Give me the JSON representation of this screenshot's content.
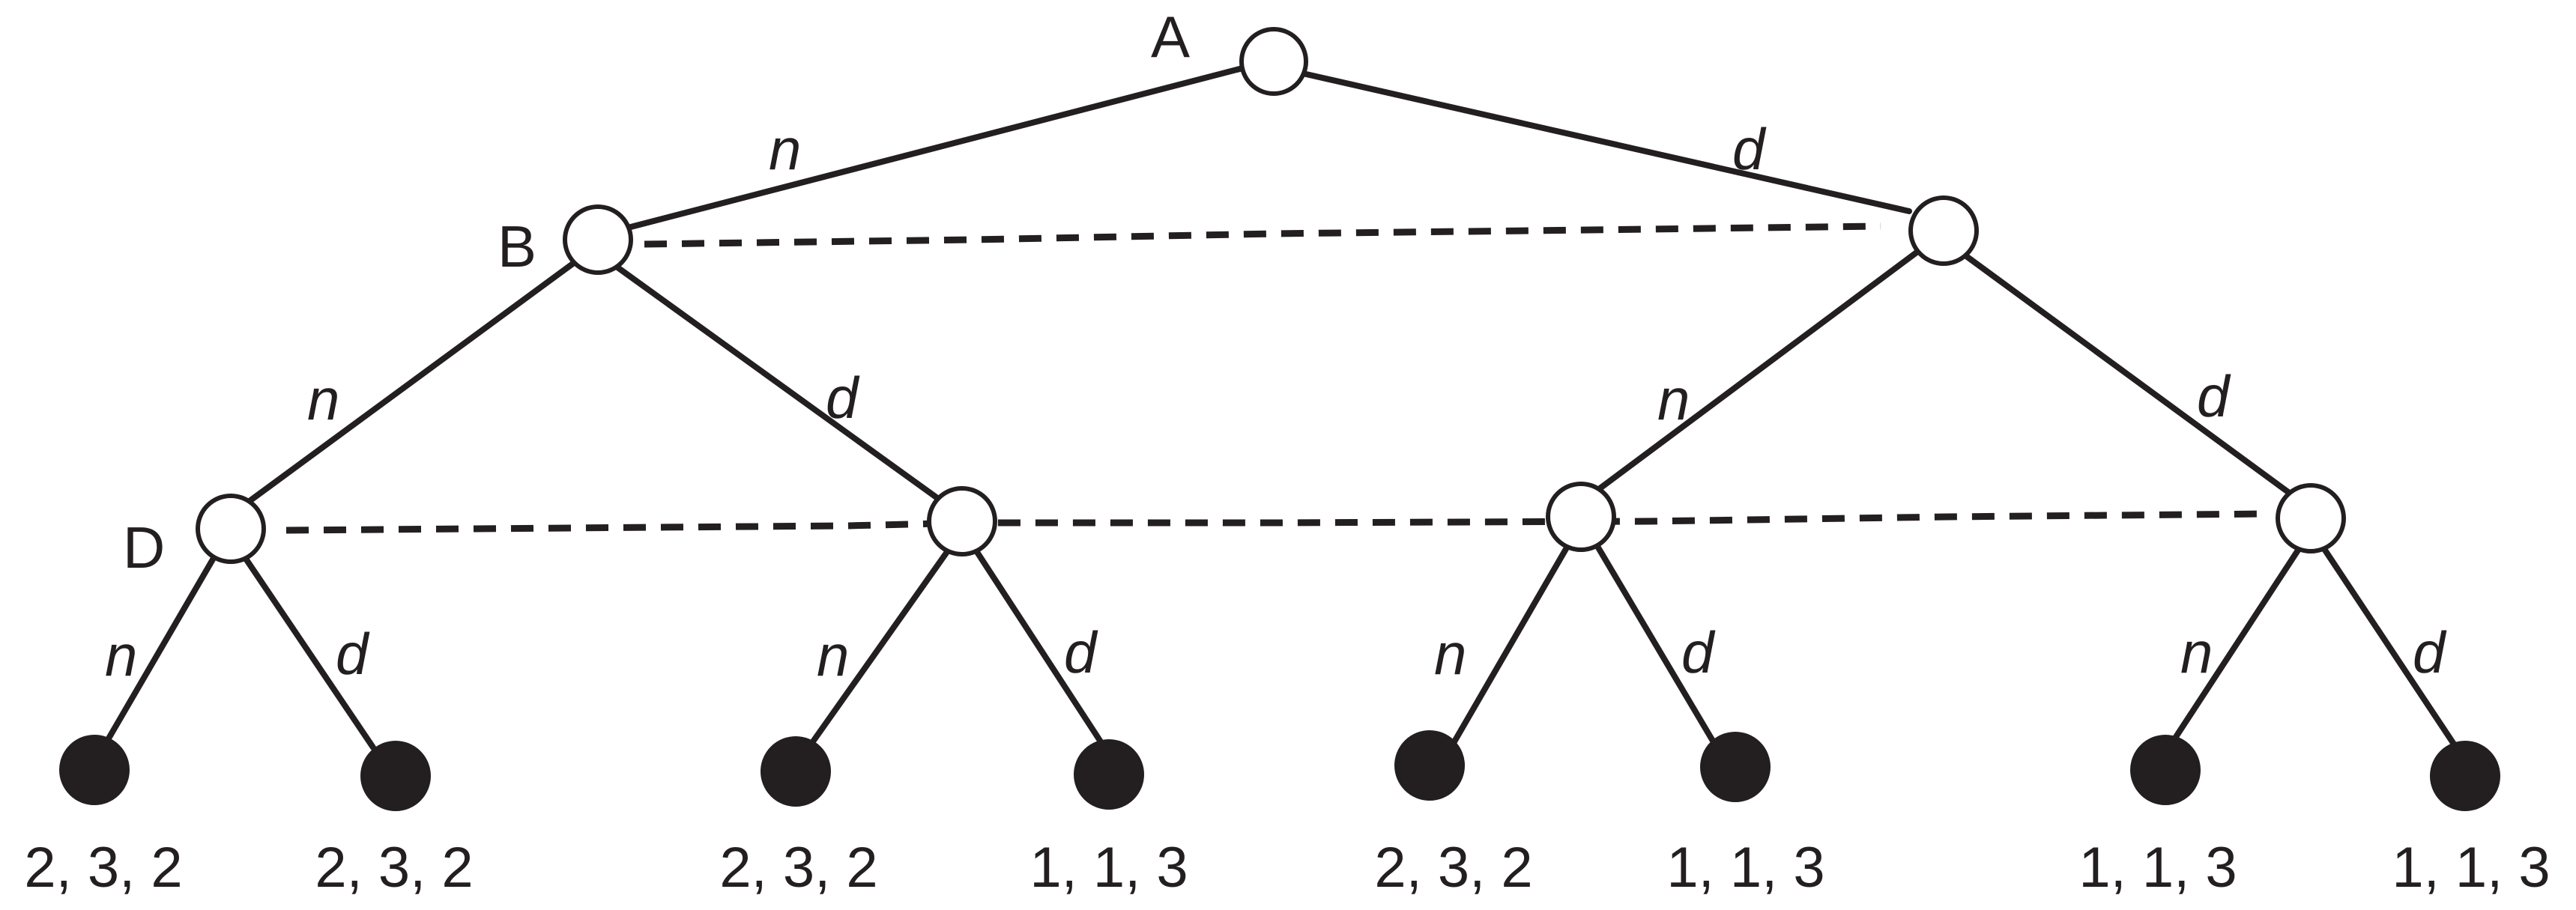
{
  "players": {
    "a": "A",
    "b": "B",
    "d": "D"
  },
  "actions": {
    "root_left": "n",
    "root_right": "d",
    "b_left": "n",
    "b_right": "d",
    "r_left": "n",
    "r_right": "d",
    "l1_left": "n",
    "l1_right": "d",
    "l2_left": "n",
    "l2_right": "d",
    "l3_left": "n",
    "l3_right": "d",
    "l4_left": "n",
    "l4_right": "d"
  },
  "payoffs": [
    "2, 3, 2",
    "2, 3, 2",
    "2, 3, 2",
    "1, 1, 3",
    "2, 3, 2",
    "1, 1, 3",
    "1, 1, 3",
    "1, 1, 3"
  ],
  "colors": {
    "ink": "#231f20",
    "background": "#ffffff"
  }
}
